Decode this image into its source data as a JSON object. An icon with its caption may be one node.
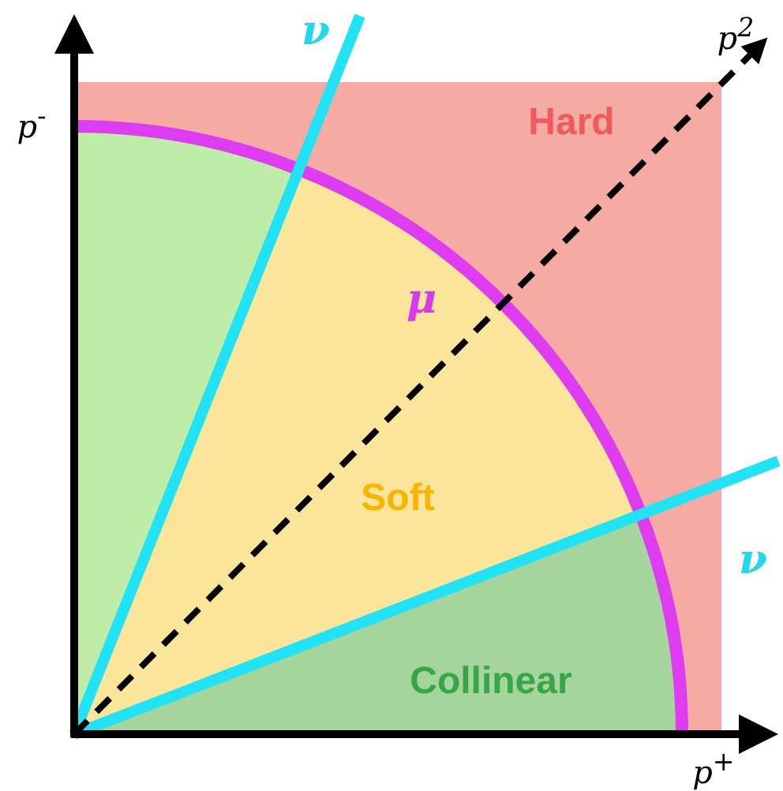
{
  "diagram": {
    "nodes": [
      {
        "text": [
          "Hard"
        ]
      },
      {
        "text": [],
        "shape": "sector"
      },
      {
        "text": [
          "Soft"
        ]
      },
      {
        "text": [
          "Collinear"
        ]
      }
    ],
    "labels": [
      "p$^{-}$",
      "ν",
      "p$^{2}$",
      "μ",
      "ν",
      "p$^{+}$"
    ]
  }
}
